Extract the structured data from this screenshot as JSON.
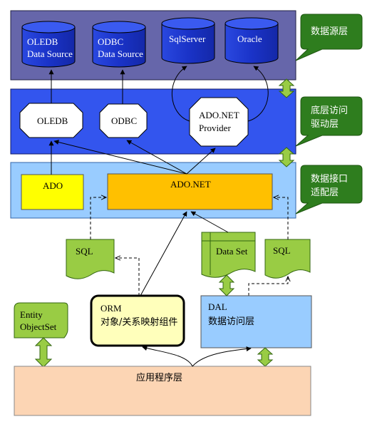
{
  "layers": {
    "data_source": {
      "label": "数据源层",
      "sources": [
        {
          "line1": "OLEDB",
          "line2": "Data Source"
        },
        {
          "line1": "ODBC",
          "line2": "Data Source"
        },
        {
          "line1": "SqlServer",
          "line2": ""
        },
        {
          "line1": "Oracle",
          "line2": ""
        }
      ]
    },
    "driver": {
      "label_line1": "底层访问",
      "label_line2": "驱动层",
      "drivers": [
        {
          "line1": "OLEDB",
          "line2": ""
        },
        {
          "line1": "ODBC",
          "line2": ""
        },
        {
          "line1": "ADO.NET",
          "line2": "Provider"
        }
      ]
    },
    "adapter": {
      "label_line1": "数据接口",
      "label_line2": "适配层",
      "ado": "ADO",
      "adonet": "ADO.NET"
    }
  },
  "docs": {
    "sql_left": "SQL",
    "dataset": "Data Set",
    "sql_right": "SQL"
  },
  "components": {
    "entity_line1": "Entity",
    "entity_line2": "ObjectSet",
    "orm_line1": "ORM",
    "orm_line2": "对象/关系映射组件",
    "dal_line1": "DAL",
    "dal_line2": "数据访问层",
    "app": "应用程序层"
  },
  "colors": {
    "data_source_bg": "#6666aa",
    "driver_bg": "#3355ee",
    "adapter_bg": "#99ccff",
    "badge_green": "#2e7d1e",
    "doc_green": "#99cc44",
    "ado_yellow": "#ffff00",
    "adonet_orange": "#ffc000",
    "orm_yellow": "#ffffbb",
    "dal_blue": "#99ccff",
    "app_peach": "#fcd5b4",
    "cylinder_blue": "#1f3fcf"
  }
}
